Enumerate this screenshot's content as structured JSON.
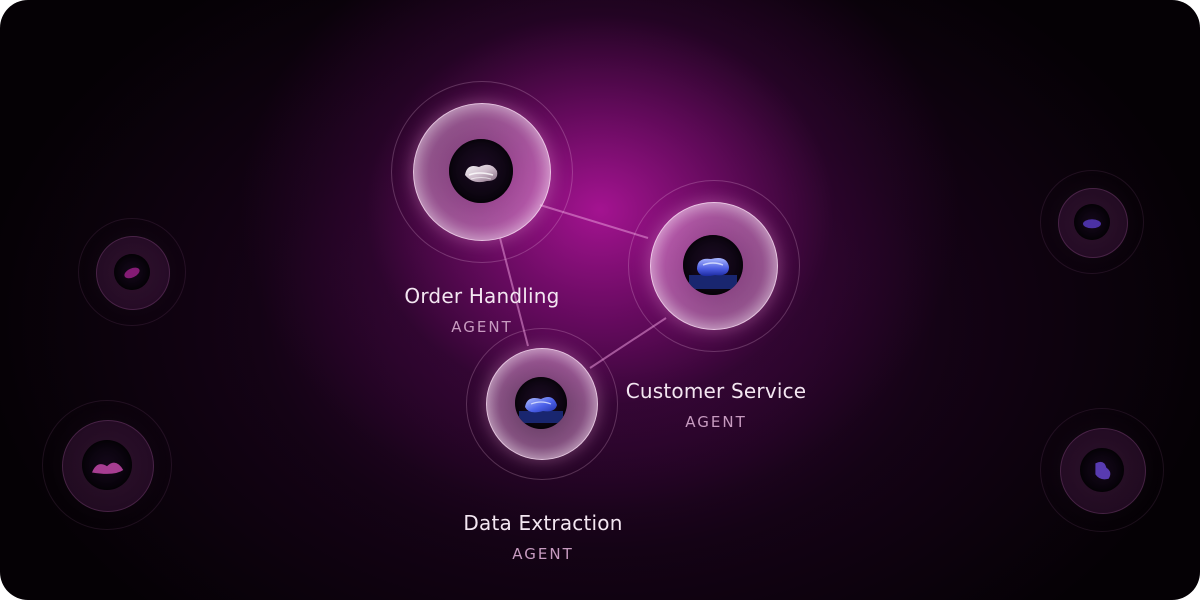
{
  "agents": [
    {
      "id": "order-handling",
      "name": "Order Handling",
      "role": "AGENT"
    },
    {
      "id": "customer-service",
      "name": "Customer Service",
      "role": "AGENT"
    },
    {
      "id": "data-extraction",
      "name": "Data Extraction",
      "role": "AGENT"
    }
  ],
  "connections": [
    [
      "order-handling",
      "customer-service"
    ],
    [
      "order-handling",
      "data-extraction"
    ],
    [
      "data-extraction",
      "customer-service"
    ]
  ],
  "colors": {
    "background": "#050105",
    "glow": "#aa1496",
    "node_rim": "#ffe6fa",
    "link": "#d88ccc",
    "label": "#f3e6f1",
    "role": "#c79bc0"
  },
  "icons": {
    "agent_avatar": "glass-blob-icon"
  }
}
